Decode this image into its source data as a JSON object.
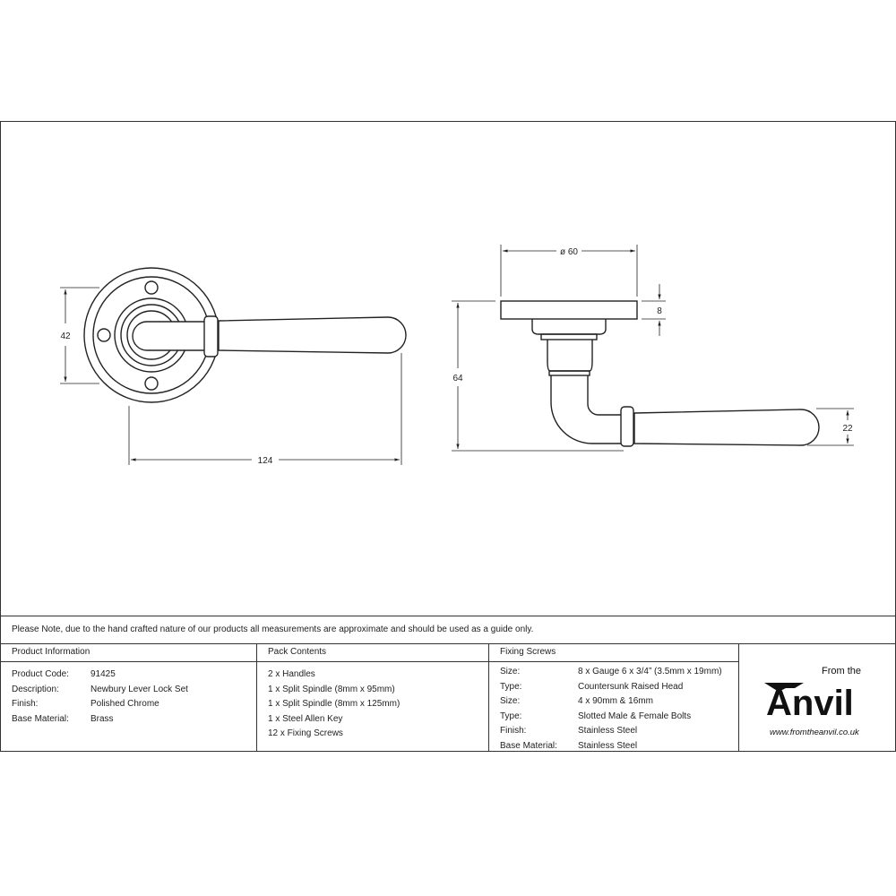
{
  "dimensions": {
    "front_height": "42",
    "front_length": "124",
    "rose_diameter": "ø 60",
    "rose_depth": "8",
    "projection": "64",
    "lever_height": "22"
  },
  "note": "Please Note, due to the hand crafted nature of our products all measurements are approximate and should be used as a guide only.",
  "product_info": {
    "header": "Product Information",
    "rows": [
      {
        "label": "Product Code:",
        "value": "91425"
      },
      {
        "label": "Description:",
        "value": "Newbury Lever Lock Set"
      },
      {
        "label": "Finish:",
        "value": "Polished Chrome"
      },
      {
        "label": "Base Material:",
        "value": "Brass"
      }
    ]
  },
  "pack_contents": {
    "header": "Pack Contents",
    "items": [
      "2 x Handles",
      "1 x Split Spindle (8mm x 95mm)",
      "1 x Split Spindle (8mm x 125mm)",
      "1 x Steel Allen Key",
      "12 x Fixing Screws"
    ]
  },
  "fixing_screws": {
    "header": "Fixing Screws",
    "rows": [
      {
        "label": "Size:",
        "value": "8 x Gauge 6 x 3/4” (3.5mm x 19mm)"
      },
      {
        "label": "Type:",
        "value": "Countersunk Raised Head"
      },
      {
        "label": "Size:",
        "value": "4 x 90mm & 16mm"
      },
      {
        "label": "Type:",
        "value": "Slotted Male & Female Bolts"
      },
      {
        "label": "Finish:",
        "value": "Stainless Steel"
      },
      {
        "label": "Base Material:",
        "value": "Stainless Steel"
      }
    ]
  },
  "logo": {
    "from_the": "From the",
    "brand": "Anvil",
    "url": "www.fromtheanvil.co.uk"
  }
}
